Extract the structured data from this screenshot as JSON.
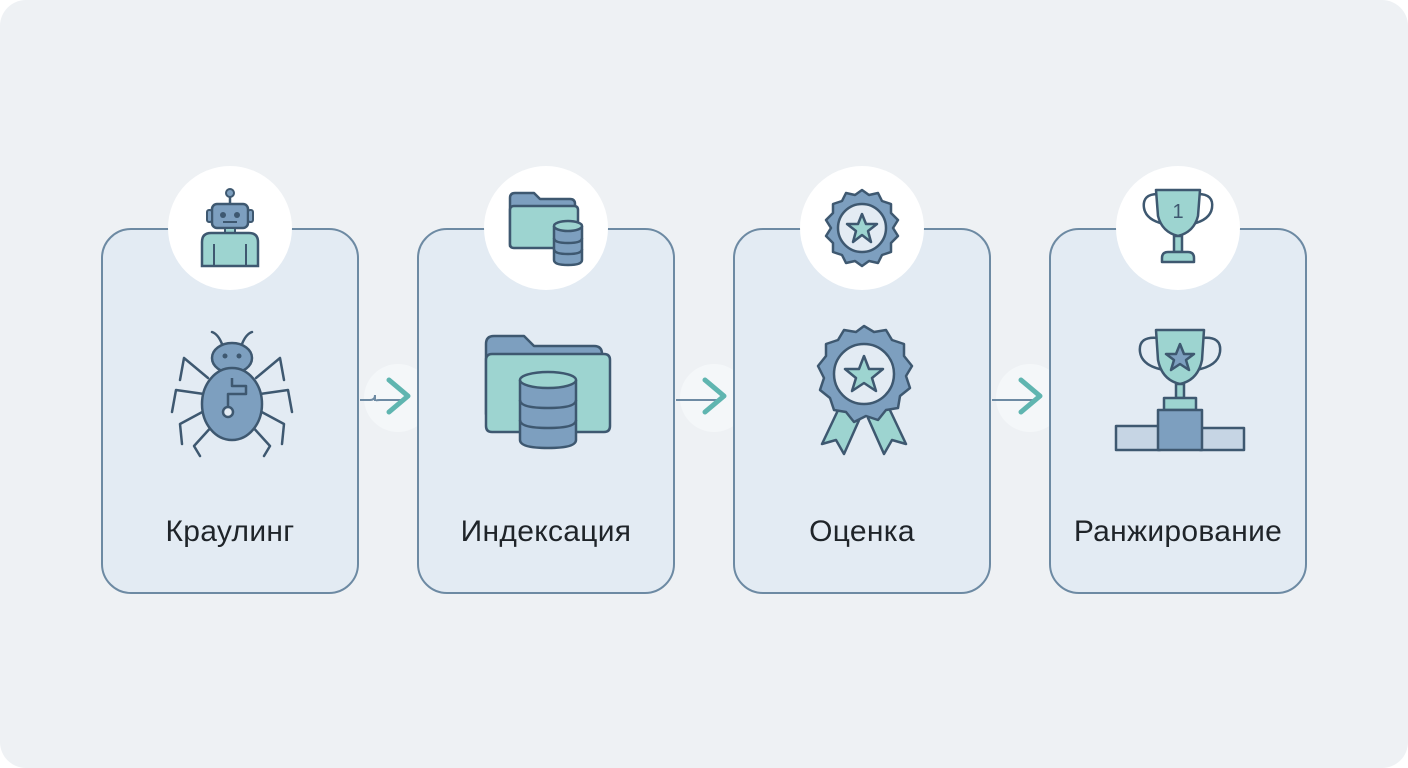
{
  "steps": [
    {
      "label": "Краулинг",
      "badge_icon": "robot-icon",
      "main_icon": "spider-icon"
    },
    {
      "label": "Индексация",
      "badge_icon": "folder-database-icon",
      "main_icon": "folder-database-icon"
    },
    {
      "label": "Оценка",
      "badge_icon": "star-badge-icon",
      "main_icon": "award-ribbon-icon"
    },
    {
      "label": "Ранжирование",
      "badge_icon": "trophy-first-icon",
      "main_icon": "trophy-podium-icon"
    }
  ],
  "trophy_rank": "1",
  "colors": {
    "background": "#eef1f4",
    "card_fill": "#e3ebf3",
    "card_border": "#6d8aa3",
    "icon_stroke": "#3e5870",
    "icon_blue": "#7d9fbf",
    "icon_teal": "#9dd4d0",
    "arrow_teal": "#5fb5b0"
  }
}
